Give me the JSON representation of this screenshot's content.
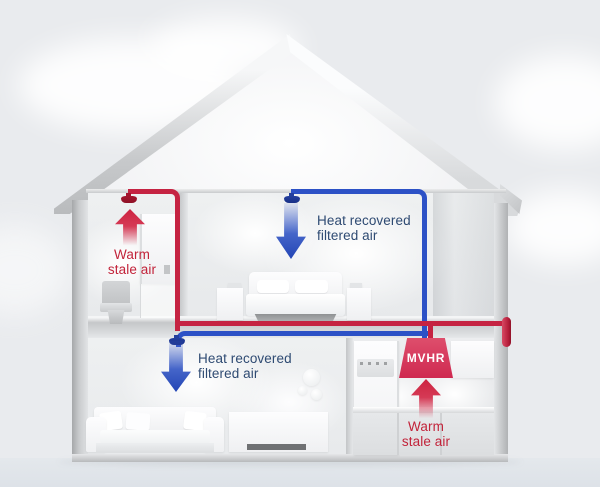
{
  "diagram": {
    "name": "MVHR house ventilation diagram",
    "unit": {
      "label": "MVHR"
    },
    "labels": {
      "bathroom_extract": {
        "line1": "Warm",
        "line2": "stale air"
      },
      "bedroom_supply": {
        "line1": "Heat recovered",
        "line2": "filtered air"
      },
      "living_supply": {
        "line1": "Heat recovered",
        "line2": "filtered air"
      },
      "kitchen_extract": {
        "line1": "Warm",
        "line2": "stale air"
      }
    },
    "icons": {
      "up_arrow": "red-up-arrow (warm stale air extract)",
      "down_arrow": "blue-down-arrow (heat recovered filtered air supply)",
      "vent": "ceiling vent valve",
      "exhaust_terminal": "external exhaust terminal"
    },
    "colors": {
      "extract_red": "#c52342",
      "supply_blue": "#2c51c6",
      "text_red": "#c2233a",
      "text_blue": "#2e4a72",
      "mvhr_unit": "#d13055",
      "background": "#e9ebee"
    }
  }
}
